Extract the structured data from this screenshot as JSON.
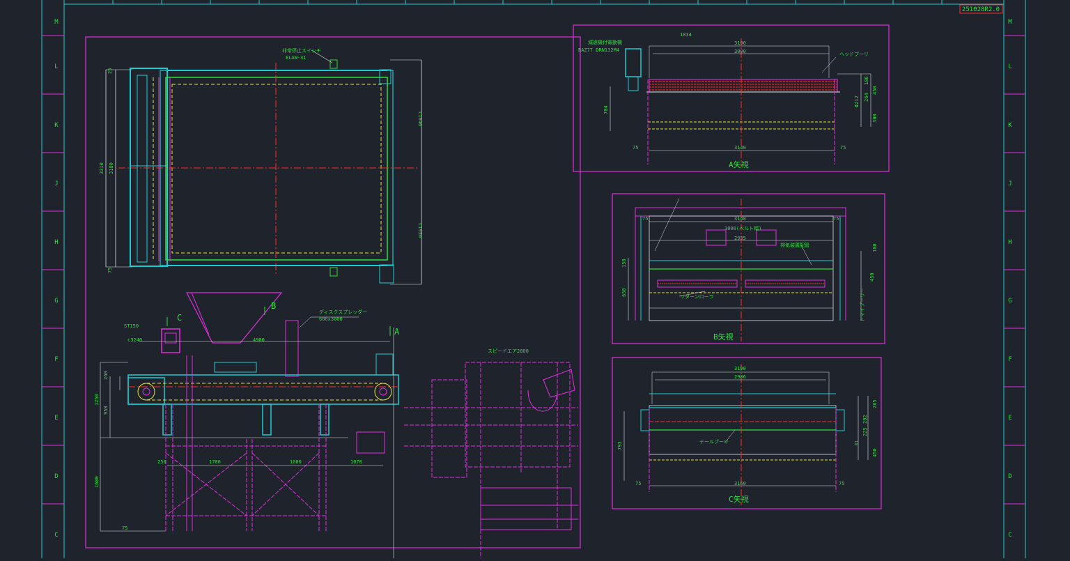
{
  "colors": {
    "background": "#1f242c",
    "frame": "#1ccbd3",
    "magenta": "#e02ee0",
    "green": "#27e23a",
    "yellow": "#e6e23a",
    "white": "#dfe3e6",
    "red": "#ff2a2a"
  },
  "title_tag": "251028R2.0",
  "grid_rows": [
    "M",
    "L",
    "K",
    "J",
    "H",
    "G",
    "F",
    "E",
    "D",
    "C"
  ],
  "plan_view": {
    "dims": [
      "3310",
      "3180",
      "c1840",
      "c1950",
      "25",
      "75"
    ],
    "callouts": [
      "非常停止スイッチ",
      "ELAW-31"
    ]
  },
  "side_view": {
    "dims": [
      "ST150",
      "c3240",
      "4900",
      "260",
      "1250",
      "950",
      "1600",
      "250",
      "1700",
      "1000",
      "1070",
      "75"
    ],
    "labels": [
      "C",
      "B",
      "A"
    ],
    "callouts": [
      "ディスクスプレッダー",
      "600x3000",
      "スピードエア2800"
    ]
  },
  "view_a": {
    "title": "A矢視",
    "dims": [
      "1834",
      "3190",
      "3000",
      "3140",
      "75",
      "75",
      "704",
      "450",
      "264",
      "186",
      "Φ212",
      "300"
    ],
    "callouts": [
      "減速機付電動機",
      "BAZ77 DRN132M4",
      "ヘッドプーリ"
    ]
  },
  "view_b": {
    "title": "B矢視",
    "dims": [
      "3140",
      "3000(ベルト幅)",
      "2935",
      "75",
      "75",
      "150",
      "650",
      "100",
      "450"
    ],
    "callouts": [
      "排気装置配管",
      "リターンローラ",
      "トマイプーリー"
    ]
  },
  "view_c": {
    "title": "C矢視",
    "dims": [
      "3190",
      "2986",
      "3160",
      "75",
      "75",
      "265",
      "202",
      "225",
      "31",
      "450",
      "793"
    ],
    "callouts": [
      "テールプーリ"
    ]
  }
}
